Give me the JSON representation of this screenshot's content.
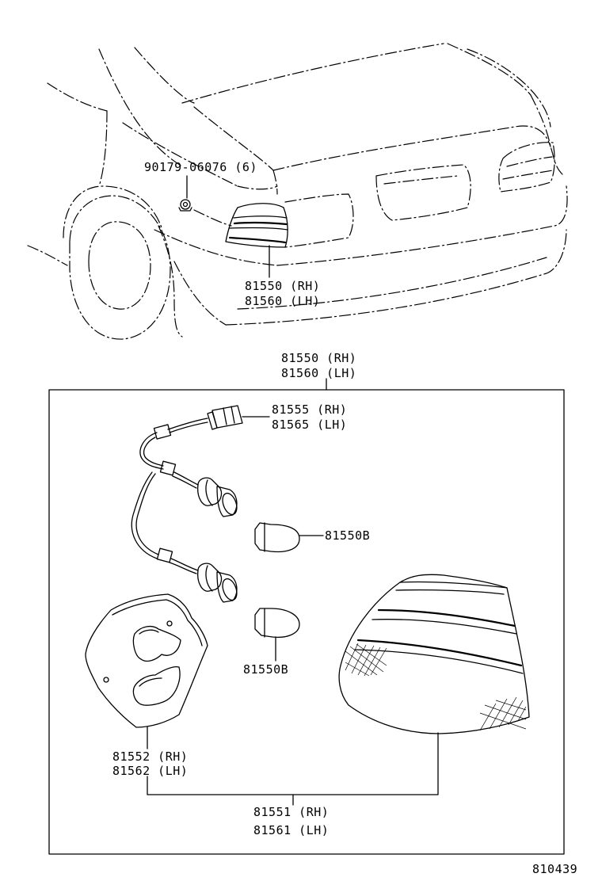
{
  "callouts": {
    "screw": "90179-06076 (6)",
    "lamp_assy_top": [
      "81550 (RH)",
      "81560 (LH)"
    ],
    "lamp_assy_box": [
      "81550 (RH)",
      "81560 (LH)"
    ],
    "socket_wire": [
      "81555 (RH)",
      "81565 (LH)"
    ],
    "bulb_upper": "81550B",
    "bulb_lower": "81550B",
    "gasket": [
      "81552 (RH)",
      "81562 (LH)"
    ],
    "lens_body": [
      "81551 (RH)",
      "81561 (LH)"
    ]
  },
  "diagram_code": "810439"
}
